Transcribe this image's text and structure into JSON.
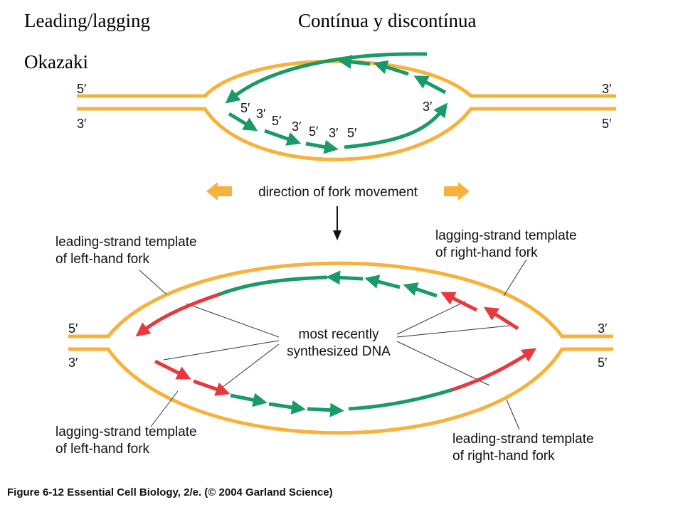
{
  "headers": {
    "leading_lagging": "Leading/lagging",
    "continua": "Contínua y discontínua",
    "okazaki": "Okazaki"
  },
  "top_bubble": {
    "end_labels": {
      "left_top": "5′",
      "left_bottom": "3′",
      "right_top": "3′",
      "right_bottom": "5′"
    },
    "inner_labels": {
      "l1": "5′",
      "l2": "3′",
      "l3": "5′",
      "l4": "3′",
      "l5": "5′",
      "l6": "3′",
      "l7": "5′",
      "l8": "3′"
    }
  },
  "direction": {
    "label": "direction of fork movement"
  },
  "bottom_bubble": {
    "end_labels": {
      "left_top": "5′",
      "left_bottom": "3′",
      "right_top": "3′",
      "right_bottom": "5′"
    },
    "callouts": {
      "lead_left_1": "leading-strand template",
      "lead_left_2": "of left-hand fork",
      "lag_right_1": "lagging-strand template",
      "lag_right_2": "of right-hand fork",
      "recent_1": "most recently",
      "recent_2": "synthesized DNA",
      "lag_left_1": "lagging-strand template",
      "lag_left_2": "of left-hand fork",
      "lead_right_1": "leading-strand template",
      "lead_right_2": "of right-hand fork"
    }
  },
  "caption": "Figure 6-12  Essential Cell Biology, 2/e. (© 2004 Garland Science)",
  "colors": {
    "template_strand": "#f7b23b",
    "old_new_strand": "#1a9a68",
    "recent_strand": "#e8373e",
    "direction_arrow": "#f7b23b"
  }
}
